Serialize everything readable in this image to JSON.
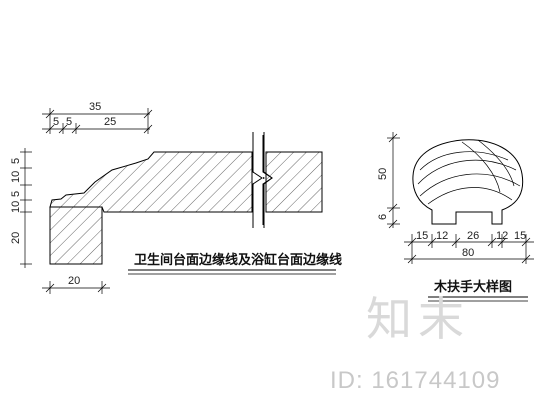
{
  "drawing_left": {
    "caption": "卫生间台面边缘线及浴缸台面边缘线",
    "dim_top_total": "35",
    "dim_top_a": "5",
    "dim_top_b": "5",
    "dim_top_c": "25",
    "dim_left": [
      "5",
      "10",
      "5",
      "10",
      "20"
    ],
    "dim_bottom": "20"
  },
  "drawing_right": {
    "caption": "木扶手大样图",
    "dim_left_top": "50",
    "dim_left_bottom": "6",
    "dim_bottom_parts": [
      "15",
      "12",
      "26",
      "12",
      "15"
    ],
    "dim_bottom_total": "80"
  },
  "watermark": {
    "brand": "知末",
    "id_text": "ID: 161744109"
  }
}
